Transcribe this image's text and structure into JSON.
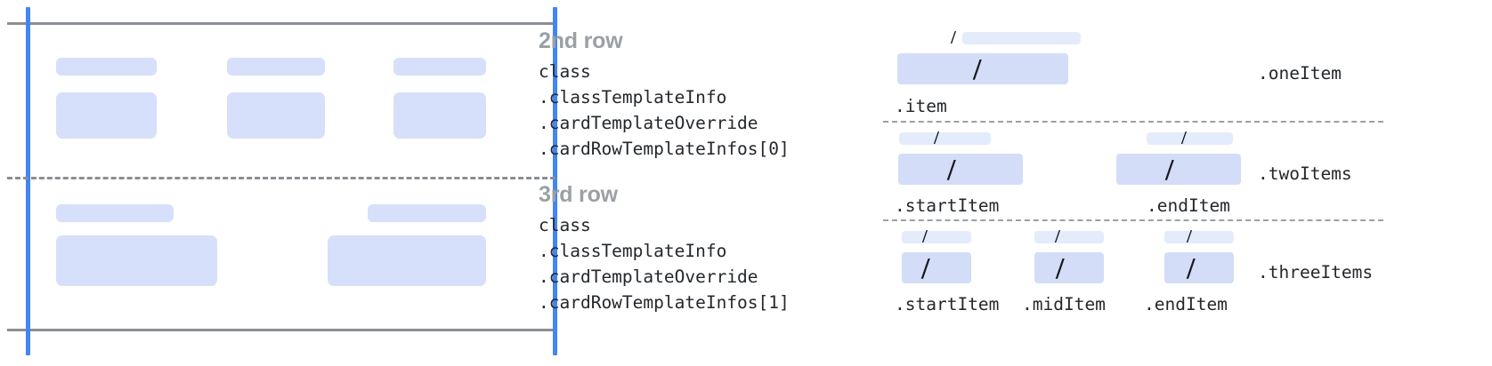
{
  "colors": {
    "placeholder_fill": "#d6e0fa",
    "bar_light": "#e4ebfb",
    "bar_solid": "#d3ddf8",
    "guide_blue": "#4285f4",
    "rule_gray": "#8a8f94",
    "heading_gray": "#9aa0a6",
    "code_text": "#24282c"
  },
  "left_diagram": {
    "name": "card-rows-schematic",
    "rows": [
      {
        "id": "second-row",
        "columns": [
          {
            "label_bar": "placeholder-label",
            "body_box": "placeholder-body"
          },
          {
            "label_bar": "placeholder-label",
            "body_box": "placeholder-body"
          },
          {
            "label_bar": "placeholder-label",
            "body_box": "placeholder-body"
          }
        ]
      },
      {
        "id": "third-row",
        "columns": [
          {
            "label_bar": "placeholder-label",
            "body_box": "placeholder-body"
          },
          {
            "label_bar": "placeholder-label",
            "body_box": "placeholder-body"
          }
        ]
      }
    ]
  },
  "row_descriptions": [
    {
      "title": "2nd row",
      "code": [
        "class",
        ".classTemplateInfo",
        ".cardTemplateOverride",
        ".cardRowTemplateInfos[0]"
      ]
    },
    {
      "title": "3rd row",
      "code": [
        "class",
        ".classTemplateInfo",
        ".cardTemplateOverride",
        ".cardRowTemplateInfos[1]"
      ]
    }
  ],
  "right_diagram": {
    "sections": [
      {
        "id": "one-item",
        "side_label": ".oneItem",
        "items": [
          {
            "caption": ".item",
            "slash": "/",
            "label_slash": "/"
          }
        ]
      },
      {
        "id": "two-items",
        "side_label": ".twoItems",
        "items": [
          {
            "caption": ".startItem",
            "slash": "/",
            "label_slash": "/"
          },
          {
            "caption": ".endItem",
            "slash": "/",
            "label_slash": "/"
          }
        ]
      },
      {
        "id": "three-items",
        "side_label": ".threeItems",
        "items": [
          {
            "caption": ".startItem",
            "slash": "/",
            "label_slash": "/"
          },
          {
            "caption": ".midItem",
            "slash": "/",
            "label_slash": "/"
          },
          {
            "caption": ".endItem",
            "slash": "/",
            "label_slash": "/"
          }
        ]
      }
    ]
  }
}
